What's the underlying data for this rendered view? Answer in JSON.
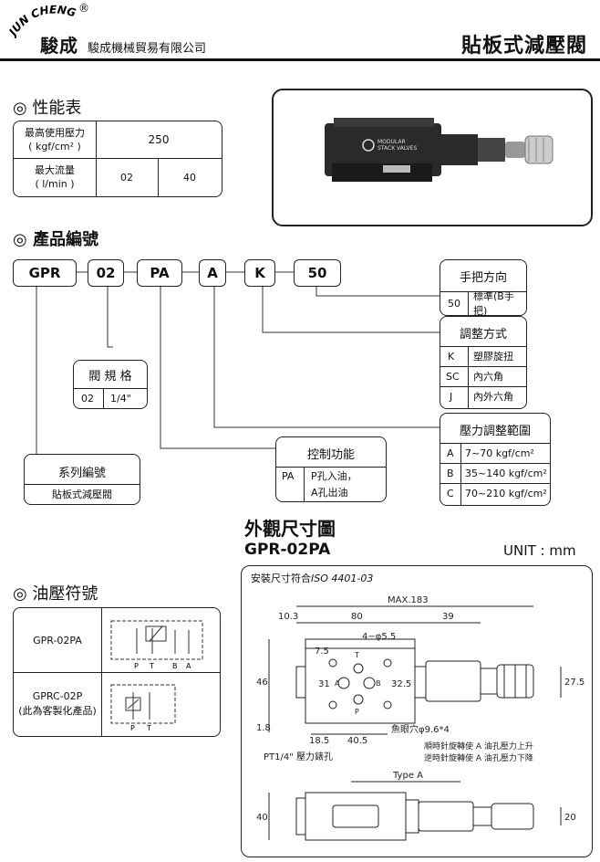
{
  "header": {
    "logo_en": "JUN CHENG",
    "registered": "®",
    "logo_cn": "駿成",
    "company": "駿成機械貿易有限公司",
    "title": "貼板式減壓閥"
  },
  "performance": {
    "section_title": "◎ 性能表",
    "rows": [
      {
        "label_line1": "最高使用壓力",
        "label_line2": "( kgf/cm² )",
        "values": [
          "250"
        ]
      },
      {
        "label_line1": "最大流量",
        "label_line2": "( l/min )",
        "values": [
          "02",
          "40"
        ]
      }
    ]
  },
  "product_photo": {
    "label_line1": "MODULAR",
    "label_line2": "STACK VALVES"
  },
  "product_code": {
    "section_title": "◎ 產品編號",
    "segments": [
      "GPR",
      "02",
      "PA",
      "A",
      "K",
      "50"
    ],
    "handle_direction": {
      "title": "手把方向",
      "rows": [
        {
          "code": "50",
          "desc": "標準(B手把)"
        }
      ]
    },
    "adjust_method": {
      "title": "調整方式",
      "rows": [
        {
          "code": "K",
          "desc": "塑膠旋扭"
        },
        {
          "code": "SC",
          "desc": "內六角"
        },
        {
          "code": "J",
          "desc": "內外六角"
        }
      ]
    },
    "pressure_range": {
      "title": "壓力調整範圍",
      "rows": [
        {
          "code": "A",
          "desc": "7~70 kgf/cm²"
        },
        {
          "code": "B",
          "desc": "35~140 kgf/cm²"
        },
        {
          "code": "C",
          "desc": "70~210 kgf/cm²"
        }
      ]
    },
    "valve_size": {
      "title": "閥 規 格",
      "rows": [
        {
          "code": "02",
          "desc": "1/4\""
        }
      ]
    },
    "control_function": {
      "title": "控制功能",
      "rows": [
        {
          "code": "PA",
          "desc_line1": "P孔入油，",
          "desc_line2": "A孔出油"
        }
      ]
    },
    "series": {
      "title": "系列編號",
      "desc": "貼板式減壓閥"
    }
  },
  "hydraulic_symbol": {
    "section_title": "◎ 油壓符號",
    "rows": [
      {
        "name": "GPR-02PA",
        "name_line2": "",
        "ports": [
          "P",
          "T",
          "B",
          "A"
        ]
      },
      {
        "name": "GPRC-02P",
        "name_line2": "(此為客製化產品)",
        "ports": [
          "P",
          "T"
        ]
      }
    ]
  },
  "dimensions": {
    "title": "外觀尺寸圖",
    "model": "GPR-02PA",
    "unit": "UNIT : mm",
    "standard_prefix": "安裝尺寸符合",
    "standard": "ISO 4401-03",
    "labels": {
      "max": "MAX.183",
      "d10_3": "10.3",
      "d80": "80",
      "d39": "39",
      "d7_5": "7.5",
      "holes": "4−φ5.5",
      "d27_5": "27.5",
      "d46": "46",
      "d31": "31",
      "d32_5": "32.5",
      "d1_8": "1.8",
      "d18_5": "18.5",
      "d40_5": "40.5",
      "fisheye": "魚眼穴φ9.6*4",
      "cw": "順時針旋轉使 A 油孔壓力上升",
      "ccw": "逆時針旋轉使 A 油孔壓力下降",
      "gauge": "PT1/4\" 壓力錶孔",
      "type_a": "Type A",
      "d40": "40",
      "d20": "20",
      "port_t": "T",
      "port_a": "A",
      "port_b": "B",
      "port_p": "P"
    }
  }
}
